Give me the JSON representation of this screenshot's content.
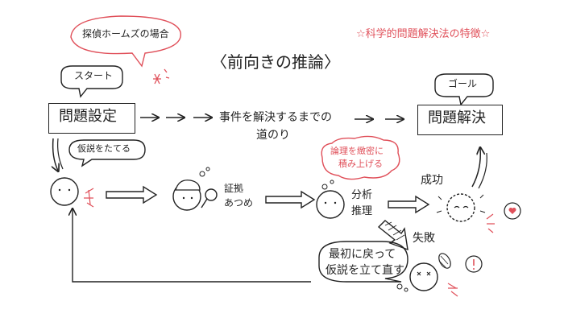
{
  "title": "〈前向きの推論〉",
  "subtitle": "☆科学的問題解決法の特徴☆",
  "sherlock_bubble": "探偵ホームズの場合",
  "start_label": "スタート",
  "goal_label": "ゴール",
  "problem_setting": "問題設定",
  "problem_solved": "問題解決",
  "path": {
    "line1": "事件を解決するまでの",
    "line2": "道のり"
  },
  "hypothesis_bubble": "仮説をたてる",
  "evidence": {
    "line1": "証拠",
    "line2": "あつめ"
  },
  "analysis": {
    "line1": "分析",
    "line2": "推理"
  },
  "logic_bubble": {
    "line1": "論理を緻密に",
    "line2": "積み上げる"
  },
  "success_label": "成功",
  "failure_label": "失敗",
  "restart_bubble": {
    "line1": "最初に戻って",
    "line2": "仮説を立て直す"
  },
  "colors": {
    "ink": "#222222",
    "accent": "#e0505a"
  },
  "icons": [
    "magnifying-glass-icon",
    "sparkle-icon",
    "heart-icon",
    "exclamation-icon",
    "detective-cap-icon"
  ]
}
